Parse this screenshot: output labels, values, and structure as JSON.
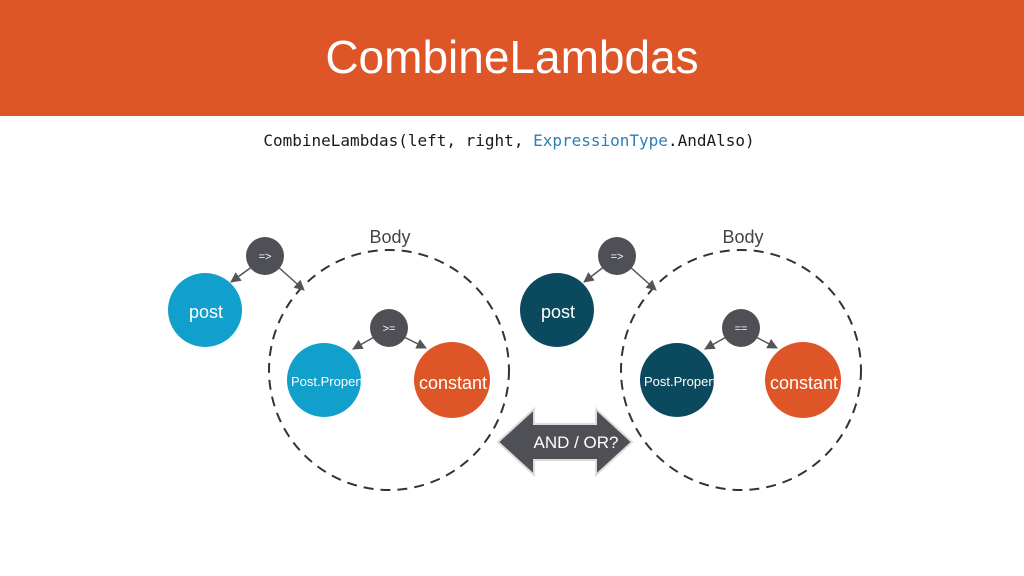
{
  "title": "CombineLambdas",
  "code": {
    "prefix": "CombineLambdas(left, right, ",
    "type_name": "ExpressionType",
    "suffix": ".AndAlso)"
  },
  "left_tree": {
    "body_label": "Body",
    "lambda_op": "=>",
    "param": "post",
    "compare_op": ">=",
    "property": "Post.Property",
    "constant": "constant"
  },
  "right_tree": {
    "body_label": "Body",
    "lambda_op": "=>",
    "param": "post",
    "compare_op": "==",
    "property": "Post.Property",
    "constant": "constant"
  },
  "connector": {
    "label": "AND / OR?"
  },
  "colors": {
    "header": "#de5528",
    "light_blue": "#11a0cc",
    "dark_teal": "#0b4a5e",
    "orange": "#de5528",
    "operator": "#4f4f56",
    "arrow_fill": "#4f4f56"
  }
}
